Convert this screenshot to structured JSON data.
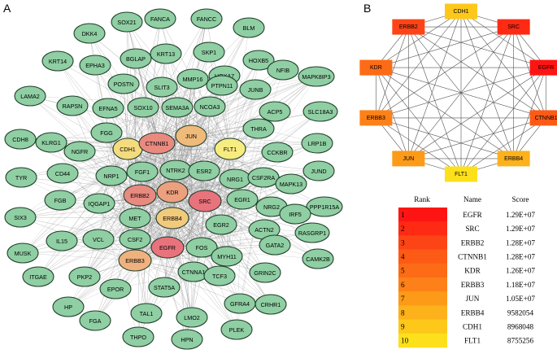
{
  "panels": {
    "a_label": "A",
    "b_label": "B"
  },
  "colors": {
    "node_fill": "#8fcfa3",
    "node_stroke": "#1f3d2a",
    "edge": "#8c8c8c",
    "hub_edge": "#555555",
    "rank_colors": [
      "#ff1414",
      "#ff2a14",
      "#fd4416",
      "#fd5a16",
      "#fd6b16",
      "#fd8118",
      "#fd9a18",
      "#fdb11a",
      "#fdc81a",
      "#fde01c"
    ],
    "panel_a_hub_colors": {
      "EGFR": "#e8737c",
      "SRC": "#e8737c",
      "ERBB2": "#e88a80",
      "CTNNB1": "#e88a80",
      "KDR": "#eda07e",
      "ERBB3": "#efb27e",
      "JUN": "#efba7a",
      "ERBB4": "#f2ca7c",
      "CDH1": "#f4dc7e",
      "FLT1": "#f7ec80"
    }
  },
  "network_nodes": [
    "FANCA",
    "FANCC",
    "SOX21",
    "DKK4",
    "BLM",
    "SKP1",
    "KRT13",
    "BGLAP",
    "EPHA3",
    "KRT14",
    "HOXB5",
    "NFIB",
    "MAPK8IP3",
    "HOXA7",
    "PTPN11",
    "MMP16",
    "SLIT3",
    "POSTN",
    "JUNB",
    "LAMA2",
    "RAPSN",
    "EFNA5",
    "SOX10",
    "SEMA3A",
    "NCOA3",
    "ACP5",
    "SLC18A3",
    "CDH8",
    "KLRG1",
    "NGFR",
    "FGG",
    "CDH1",
    "CTNNB1",
    "JUN",
    "FLT1",
    "THRA",
    "LRP1B",
    "CCKBR",
    "TYR",
    "CD44",
    "NRP1",
    "FGF1",
    "NTRK2",
    "ESR2",
    "NRG1",
    "CSF2RA",
    "JUND",
    "MAPK13",
    "FGB",
    "ERBB2",
    "KDR",
    "SRC",
    "EGR1",
    "IQGAP1",
    "SIX3",
    "NRG2",
    "PPP1R15A",
    "IRF5",
    "MET",
    "ERBB4",
    "EGR2",
    "IL15",
    "VCL",
    "CSF2",
    "ACTN2",
    "RASGRP1",
    "MUSK",
    "GATA2",
    "EGFR",
    "ERBB3",
    "FOS",
    "MYH11",
    "CAMK2B",
    "ITGAE",
    "PKP2",
    "CTNNA1",
    "TCF3",
    "EPOR",
    "STAT5A",
    "GRIN2C",
    "HP",
    "GFRA4",
    "CRHR1",
    "FGA",
    "TAL1",
    "LMO2",
    "PLEK",
    "THPO",
    "HPN"
  ],
  "hub_network": [
    "CDH1",
    "SRC",
    "EGFR",
    "CTNNB1",
    "ERBB4",
    "FLT1",
    "JUN",
    "ERBB3",
    "KDR",
    "ERBB2"
  ],
  "ranking_table": {
    "headers": [
      "Rank",
      "Name",
      "Score"
    ],
    "rows": [
      {
        "rank": "1",
        "name": "EGFR",
        "score": "1.29E+07"
      },
      {
        "rank": "2",
        "name": "SRC",
        "score": "1.29E+07"
      },
      {
        "rank": "3",
        "name": "ERBB2",
        "score": "1.28E+07"
      },
      {
        "rank": "4",
        "name": "CTNNB1",
        "score": "1.28E+07"
      },
      {
        "rank": "5",
        "name": "KDR",
        "score": "1.26E+07"
      },
      {
        "rank": "6",
        "name": "ERBB3",
        "score": "1.18E+07"
      },
      {
        "rank": "7",
        "name": "JUN",
        "score": "1.05E+07"
      },
      {
        "rank": "8",
        "name": "ERBB4",
        "score": "9582054"
      },
      {
        "rank": "9",
        "name": "CDH1",
        "score": "8968048"
      },
      {
        "rank": "10",
        "name": "FLT1",
        "score": "8755256"
      }
    ]
  }
}
